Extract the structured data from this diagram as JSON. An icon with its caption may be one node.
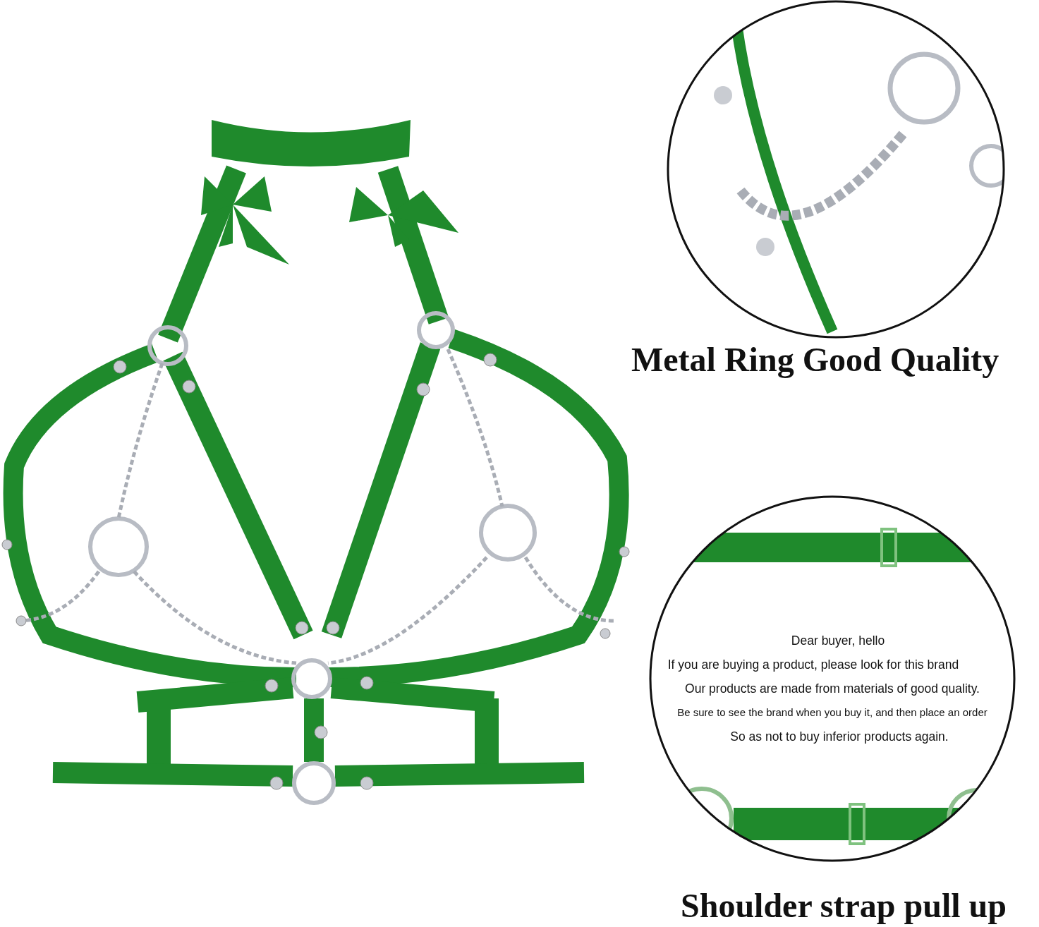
{
  "diagram": {
    "labels": [
      "Metal Ring Good Quality",
      "Dear buyer, hello",
      "If you are buying a product, please look for this brand",
      "Our products are made from materials of good quality.",
      "Be sure to see the brand when you buy it, and then place an order",
      "So as not to buy inferior products again.",
      "Shoulder strap pull up"
    ]
  }
}
